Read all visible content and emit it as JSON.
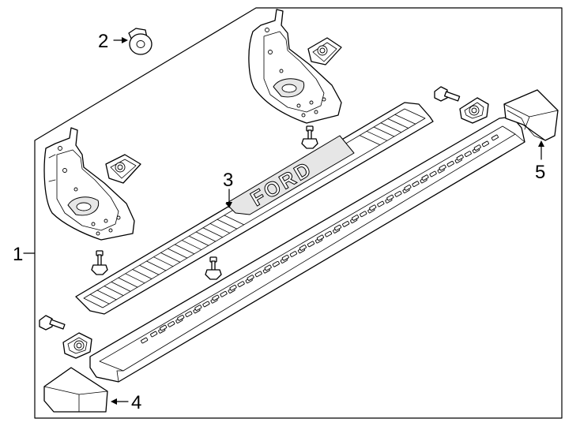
{
  "callouts": [
    {
      "id": "1",
      "label": "1"
    },
    {
      "id": "2",
      "label": "2"
    },
    {
      "id": "3",
      "label": "3"
    },
    {
      "id": "4",
      "label": "4"
    },
    {
      "id": "5",
      "label": "5"
    }
  ],
  "step_pad_logo": "FORD"
}
